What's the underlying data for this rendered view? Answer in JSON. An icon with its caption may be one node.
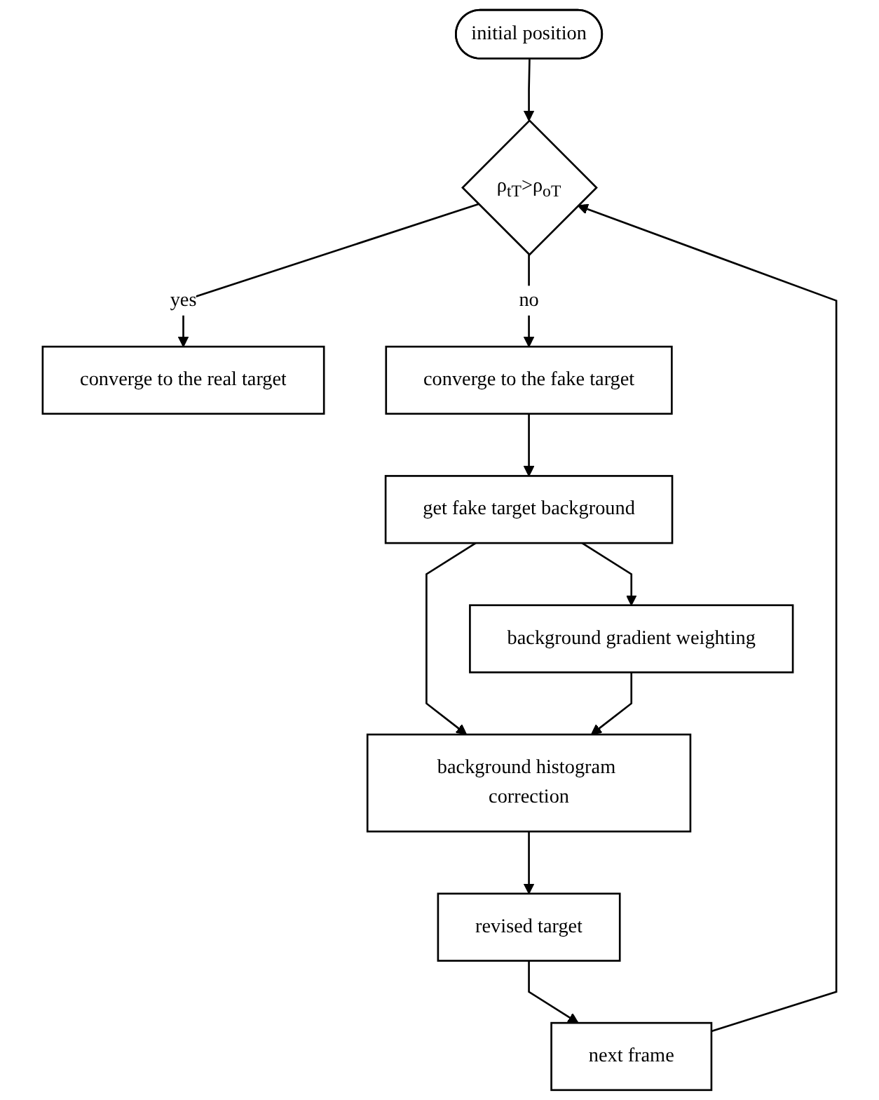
{
  "diagram": {
    "nodes": [
      {
        "text": [
          "initial position"
        ]
      },
      {
        "text": [
          "ρ$_{tT}$>ρ$_{oT}$"
        ]
      },
      {
        "text": [
          "converge to the real target"
        ]
      },
      {
        "text": [
          "converge to the fake target"
        ]
      },
      {
        "text": [
          "next frame"
        ]
      },
      {
        "text": [
          "get fake target background"
        ]
      },
      {
        "text": [
          "background gradient weighting"
        ]
      },
      {
        "text": [
          "background histogram correction"
        ]
      },
      {
        "text": [
          "revised target"
        ]
      }
    ],
    "edges": [
      {
        "from": 0,
        "to": 1,
        "arrow": "to"
      },
      {
        "from": 1,
        "to": 2,
        "arrow": "to",
        "label": "yes"
      },
      {
        "from": 1,
        "to": 3,
        "arrow": "to",
        "label": "no"
      },
      {
        "from": 3,
        "to": 5,
        "arrow": "to"
      },
      {
        "from": 5,
        "to": 6,
        "arrow": "to"
      },
      {
        "from": 5,
        "to": 7,
        "arrow": "to"
      },
      {
        "from": 6,
        "to": 7,
        "arrow": "to"
      },
      {
        "from": 7,
        "to": 8,
        "arrow": "to"
      },
      {
        "from": 8,
        "to": 4,
        "arrow": "to"
      },
      {
        "from": 4,
        "to": 1,
        "arrow": "to"
      }
    ]
  }
}
